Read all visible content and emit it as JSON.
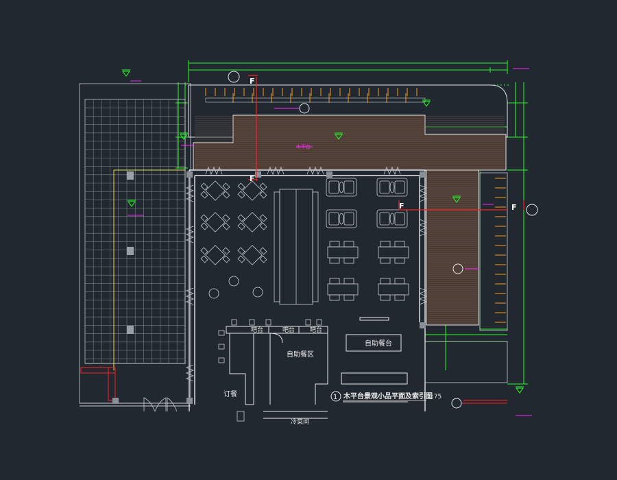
{
  "drawing": {
    "title": "木平台景观小品平面及索引图",
    "title_number": "1",
    "scale": "1:75",
    "colors": {
      "background": "#212830",
      "wall": "#e8e8e8",
      "furniture": "#c8ccd0",
      "dimension": "#22ff22",
      "annotation": "#ff22ff",
      "section_mark": "#ff2020",
      "deck_fill": "#4a3a34",
      "deck_line": "#7a6052",
      "grid_line": "#8a9098",
      "yellow_line": "#e8e04a",
      "accent_orange": "#ff9a1a"
    }
  },
  "rooms": {
    "self_service_area": "自助餐区",
    "self_service_counter": "自助餐台",
    "front_desk": "订餐",
    "bar1": "吧台",
    "bar2": "吧台",
    "bar3": "吧台",
    "kitchen": "冷菜间"
  },
  "markers": {
    "section_letter": "F"
  },
  "annotations": {
    "deck_label": "木平台"
  }
}
